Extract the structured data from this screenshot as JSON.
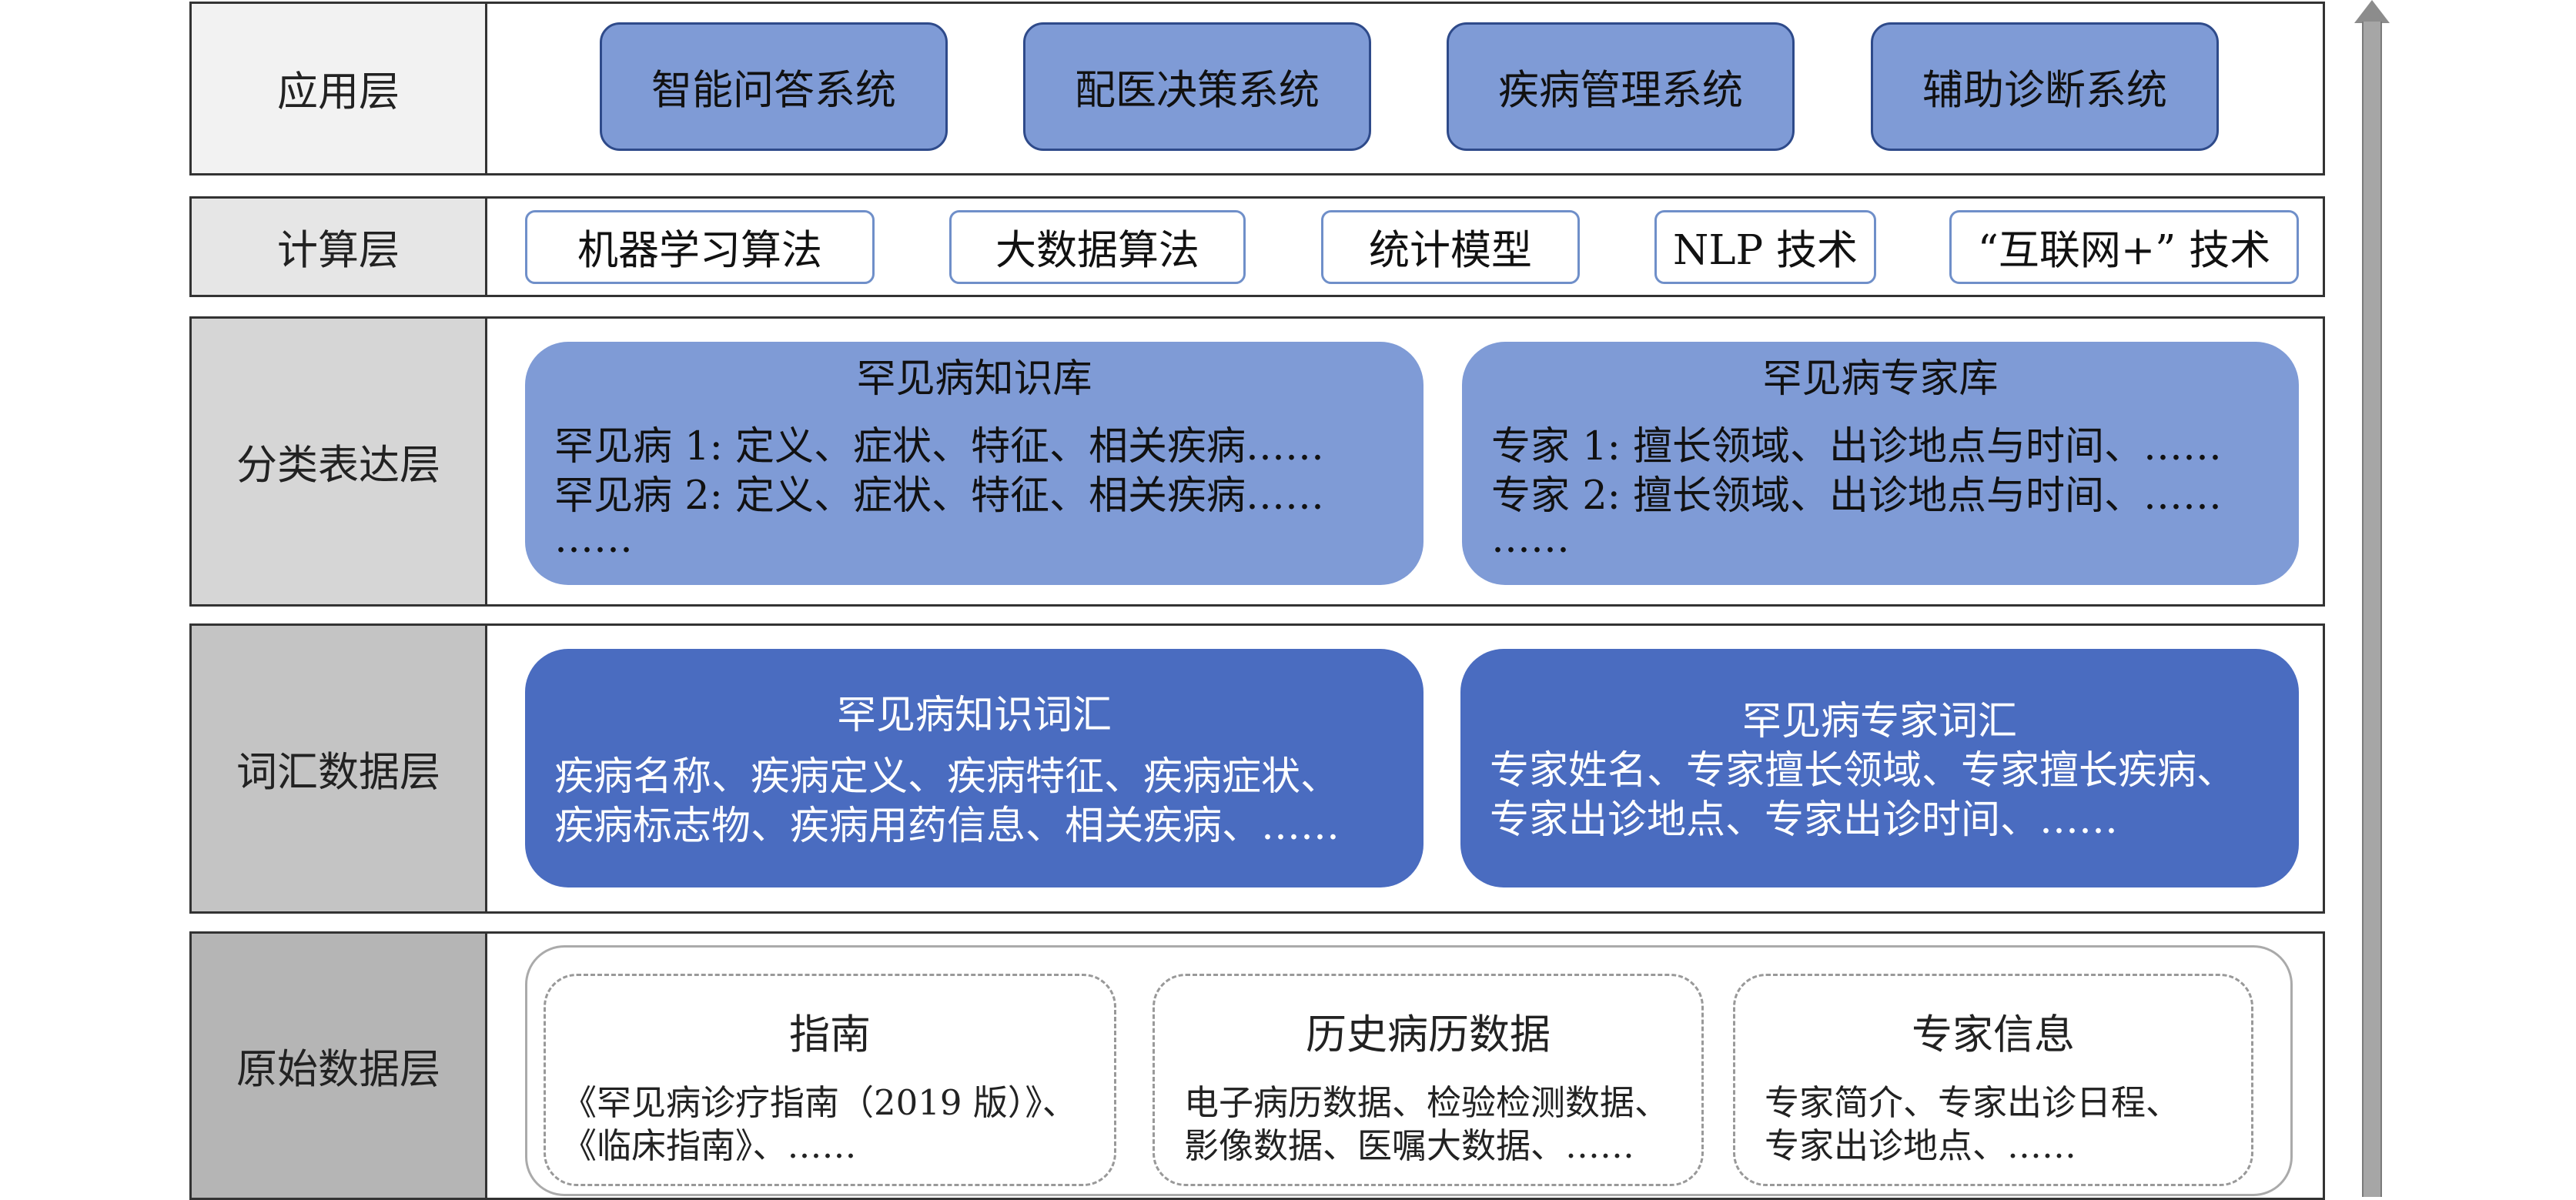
{
  "layers": {
    "application": {
      "label": "应用层",
      "items": [
        "智能问答系统",
        "配医决策系统",
        "疾病管理系统",
        "辅助诊断系统"
      ]
    },
    "computation": {
      "label": "计算层",
      "items": [
        "机器学习算法",
        "大数据算法",
        "统计模型",
        "NLP 技术",
        "“互联网+” 技术"
      ]
    },
    "classification": {
      "label": "分类表达层",
      "knowledge_base": {
        "title": "罕见病知识库",
        "lines": [
          "罕见病 1: 定义、症状、特征、相关疾病……",
          "罕见病 2: 定义、症状、特征、相关疾病……",
          "……"
        ]
      },
      "expert_base": {
        "title": "罕见病专家库",
        "lines": [
          "专家 1: 擅长领域、出诊地点与时间、……",
          "专家 2: 擅长领域、出诊地点与时间、……",
          "……"
        ]
      }
    },
    "vocabulary": {
      "label": "词汇数据层",
      "knowledge_vocab": {
        "title": "罕见病知识词汇",
        "lines": [
          "疾病名称、疾病定义、疾病特征、疾病症状、",
          "疾病标志物、疾病用药信息、相关疾病、……"
        ]
      },
      "expert_vocab": {
        "title": "罕见病专家词汇",
        "lines": [
          "专家姓名、专家擅长领域、专家擅长疾病、",
          "专家出诊地点、专家出诊时间、……"
        ]
      }
    },
    "raw": {
      "label": "原始数据层",
      "guide": {
        "title": "指南",
        "lines": [
          "《罕见病诊疗指南（2019 版）》、",
          "《临床指南》、……"
        ]
      },
      "history": {
        "title": "历史病历数据",
        "lines": [
          "电子病历数据、检验检测数据、",
          "影像数据、医嘱大数据、……"
        ]
      },
      "expert": {
        "title": "专家信息",
        "lines": [
          "专家简介、专家出诊日程、",
          "专家出诊地点、……"
        ]
      }
    }
  },
  "colors": {
    "light_blue": "#7f9bd6",
    "dark_blue": "#4a6cc0",
    "label_app": "#f2f2f2",
    "label_calc": "#e6e6e6",
    "label_class": "#d6d6d6",
    "label_vocab": "#c4c4c4",
    "label_raw": "#b5b5b5",
    "arrow": "#a6a6a6"
  }
}
